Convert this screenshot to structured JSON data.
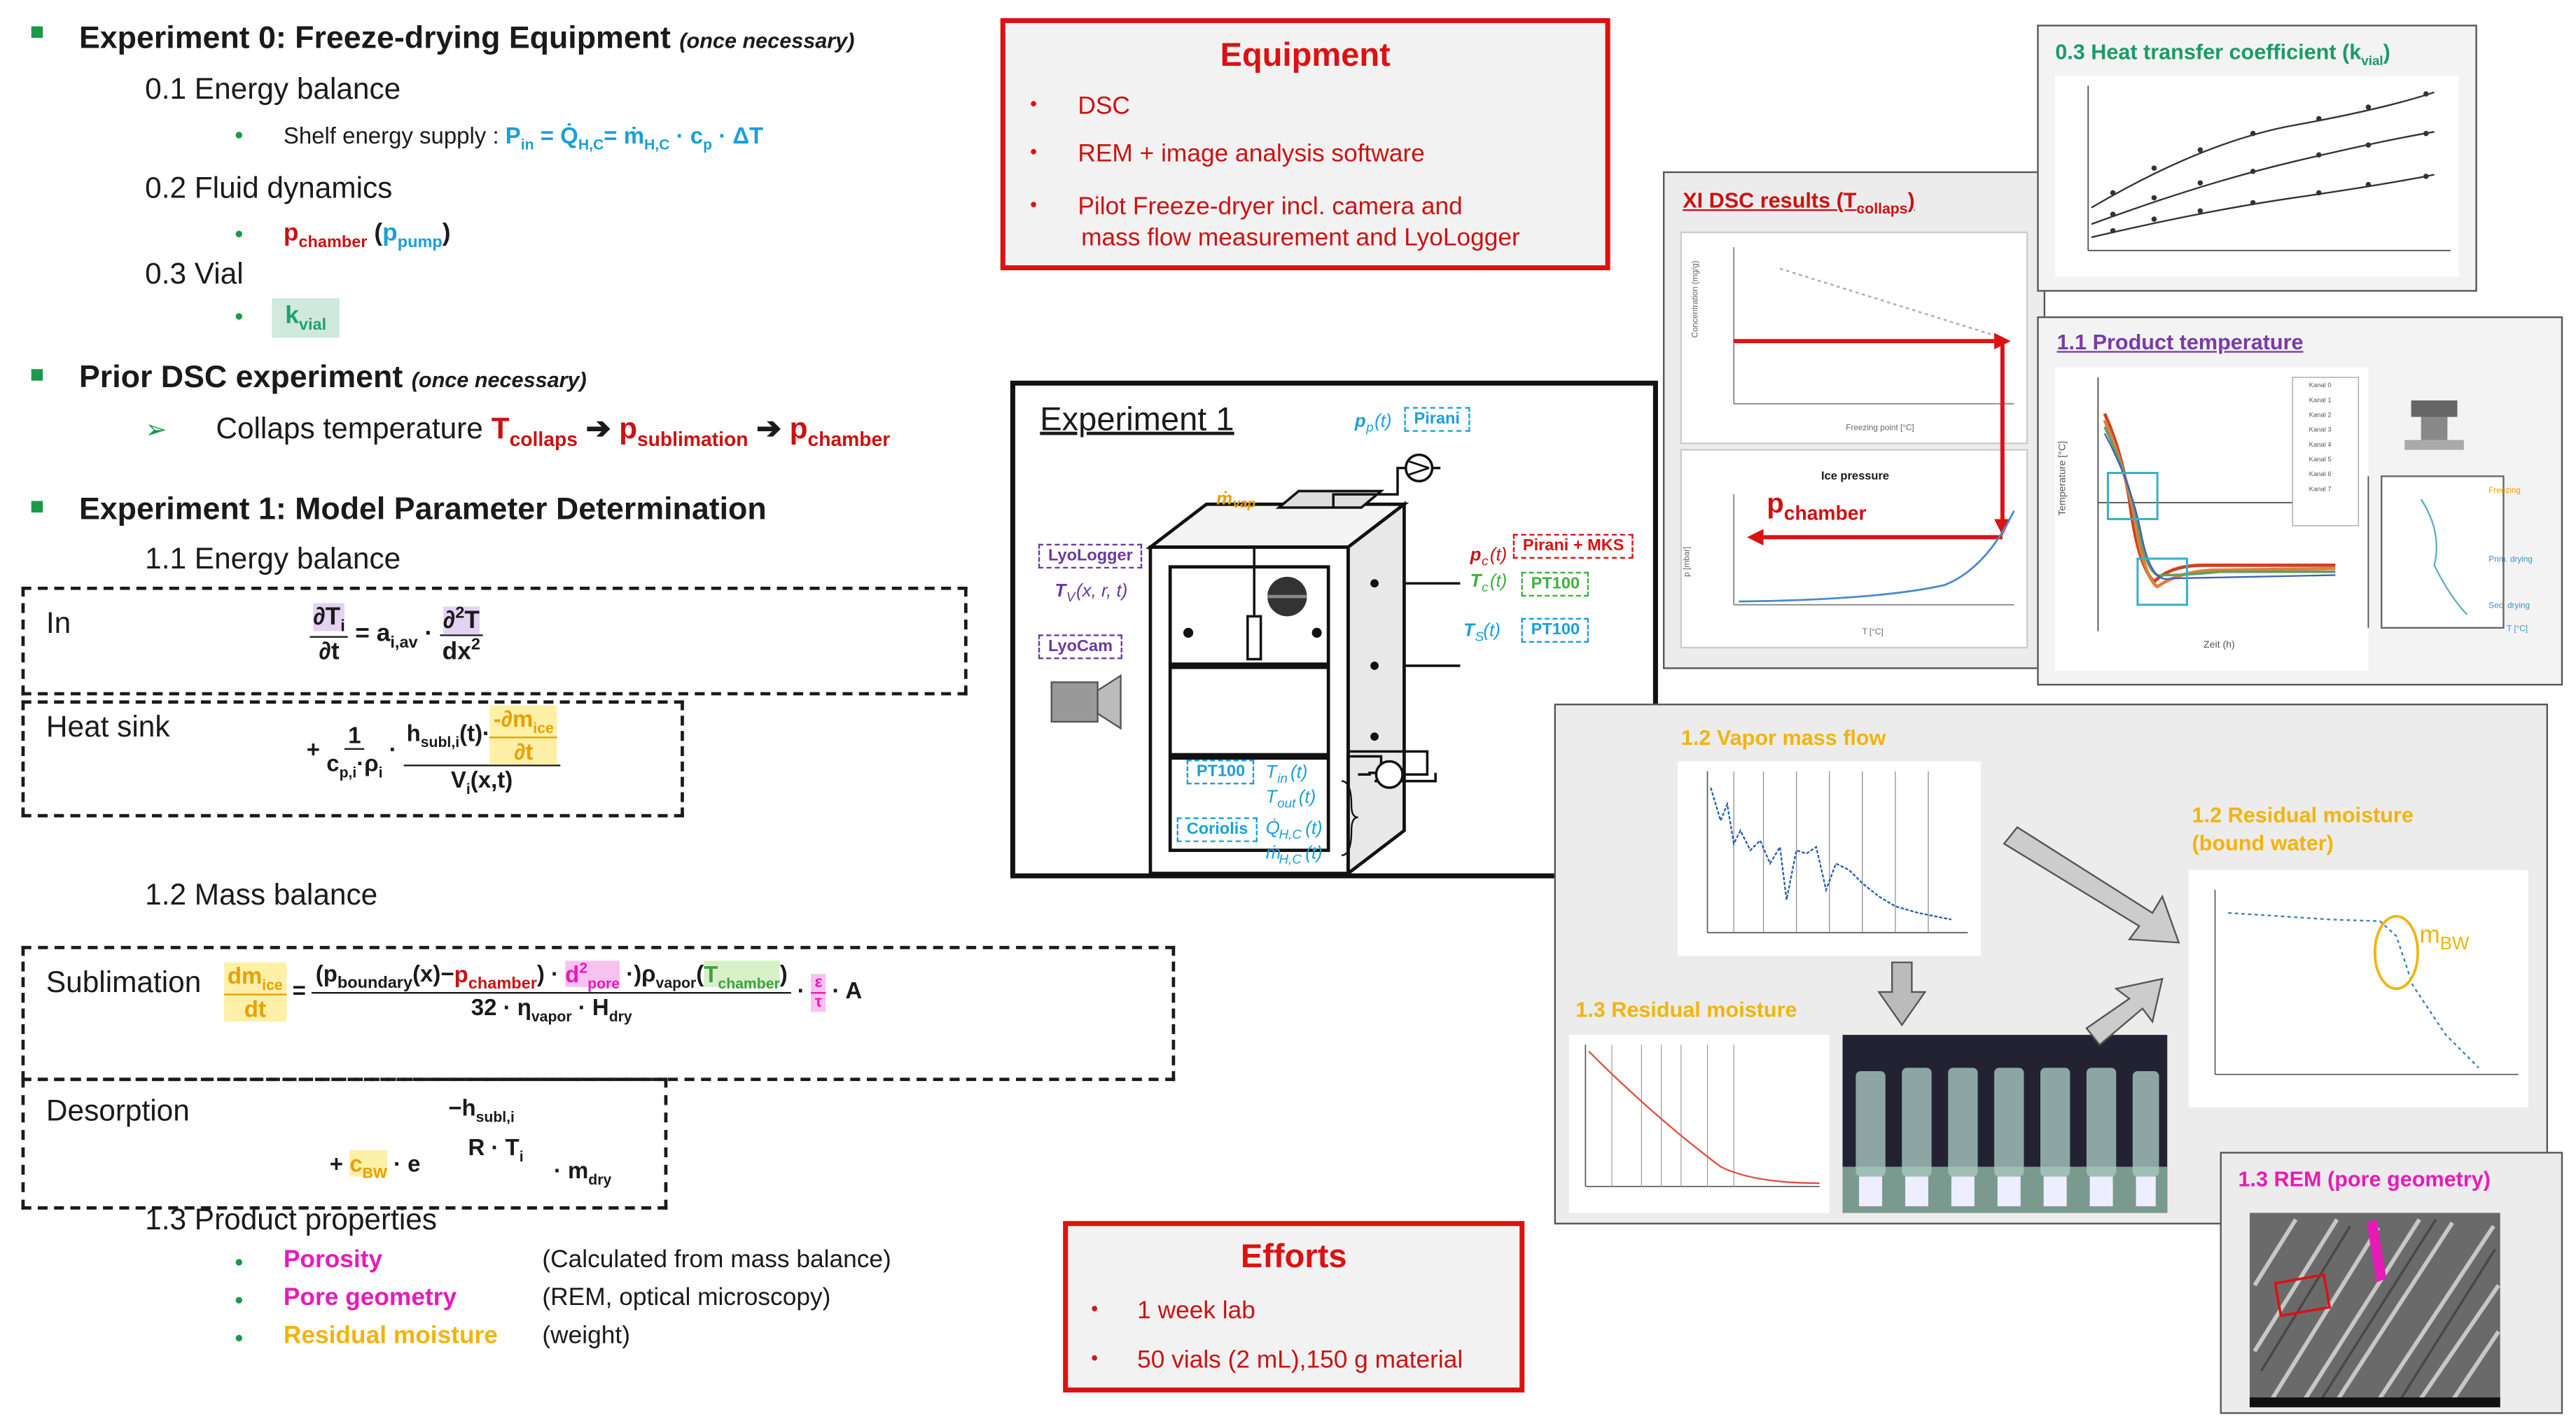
{
  "left": {
    "exp0_title": "Experiment 0: Freeze-drying Equipment",
    "exp0_note": "(once necessary)",
    "e01": "0.1 Energy balance",
    "shelf_label": "Shelf energy supply :",
    "e02": "0.2 Fluid dynamics",
    "e03": "0.3 Vial",
    "prior_title": "Prior DSC experiment",
    "prior_note": "(once necessary)",
    "collaps_text": "Collaps temperature",
    "exp1_title": "Experiment 1: Model Parameter Determination",
    "e11": "1.1 Energy balance",
    "in_label": "In",
    "heat_sink_label": "Heat sink",
    "e12": "1.2 Mass balance",
    "sublimation_label": "Sublimation",
    "desorption_label": "Desorption",
    "e13": "1.3 Product properties",
    "properties": [
      {
        "name": "Porosity",
        "desc": "(Calculated from mass balance)"
      },
      {
        "name": "Pore geometry",
        "desc": "(REM, optical microscopy)"
      },
      {
        "name": "Residual moisture",
        "desc": "(weight)"
      }
    ]
  },
  "equipment": {
    "title": "Equipment",
    "items": [
      "DSC",
      "REM + image analysis software",
      "Pilot Freeze-dryer incl. camera and",
      "mass flow measurement and LyoLogger"
    ]
  },
  "efforts": {
    "title": "Efforts",
    "items": [
      "1 week lab",
      "50 vials (2 mL),150 g material"
    ]
  },
  "experiment1": {
    "title": "Experiment 1",
    "sensors": [
      "Pirani",
      "Pirani + MKS",
      "PT100",
      "PT100",
      "PT100",
      "Coriolis",
      "LyoLogger",
      "LyoCam"
    ]
  },
  "panels": {
    "heat_transfer": "0.3 Heat transfer coefficient (k",
    "dsc": "XI DSC results (T",
    "dsc_sub": "collaps",
    "ice_pressure": "Ice pressure",
    "pchamber": "p",
    "pchamber_sub": "chamber",
    "product_temp": "1.1 Product temperature",
    "vapor_mass_flow": "1.2 Vapor mass flow",
    "residual_bound": "1.2 Residual moisture",
    "residual_bound2": "(bound water)",
    "residual_moisture": "1.3 Residual moisture",
    "rem": "1.3 REM (pore geometry)",
    "mbw": "m",
    "mbw_sub": "BW"
  },
  "colors": {
    "red": "#dd1111",
    "blue": "#1aa0d8",
    "green": "#1a9a4a",
    "pink": "#e81ab8",
    "orange": "#f2b40a",
    "purple": "#6a3aa0"
  }
}
